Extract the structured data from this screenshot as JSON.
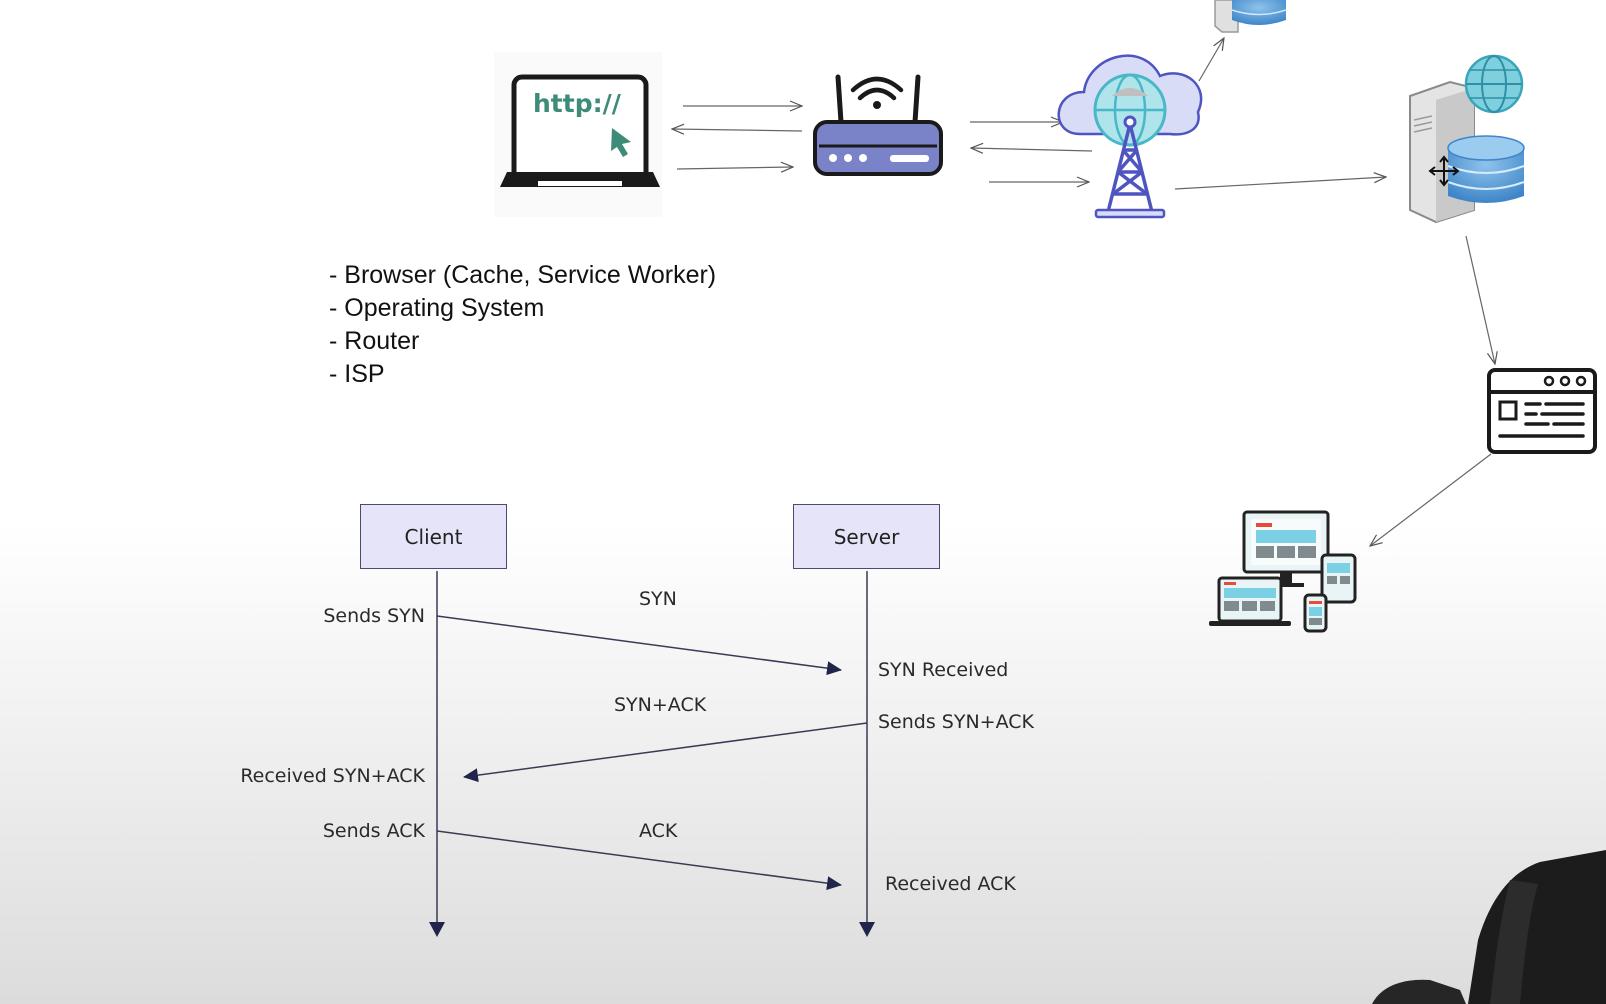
{
  "laptop": {
    "url_text": "http://"
  },
  "notes": {
    "items": [
      "- Browser (Cache, Service Worker)",
      "- Operating System",
      "- Router",
      "- ISP"
    ]
  },
  "handshake": {
    "client_label": "Client",
    "server_label": "Server",
    "messages": {
      "syn": "SYN",
      "syn_ack": "SYN+ACK",
      "ack": "ACK"
    },
    "client_events": {
      "sends_syn": "Sends SYN",
      "received_syn_ack": "Received SYN+ACK",
      "sends_ack": "Sends ACK"
    },
    "server_events": {
      "syn_received": "SYN Received",
      "sends_syn_ack": "Sends SYN+ACK",
      "received_ack": "Received ACK"
    }
  },
  "colors": {
    "lifeline": "#3a3a55",
    "arrowhead": "#22244a",
    "box_fill": "#e6e4f8",
    "router_blue": "#7a82c8",
    "tower_blue": "#4f55c0",
    "globe_teal": "#48b8c8",
    "cloud_fill": "#d9dcf6",
    "laptop_text": "#3d8b78",
    "server_blue": "#5a9fd4"
  },
  "icons": [
    "laptop-icon",
    "router-icon",
    "cloud-tower-icon",
    "db-server-icon",
    "small-server-icon",
    "web-page-icon",
    "devices-icon",
    "cursor-move-icon"
  ]
}
